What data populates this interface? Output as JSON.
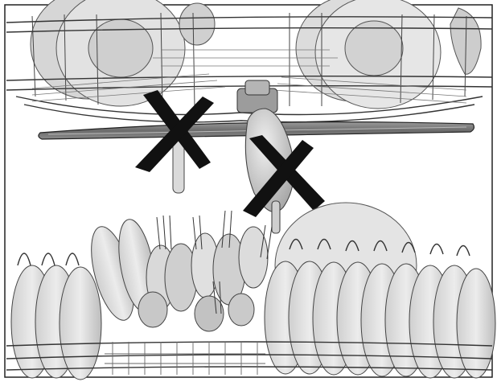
{
  "illustration": {
    "subject": "dishwasher-loading-warning",
    "marks": [
      {
        "kind": "cross",
        "meaning": "incorrect",
        "target": "utensil-under-upper-rack"
      },
      {
        "kind": "cross",
        "meaning": "incorrect",
        "target": "utensil-blocking-spray-arm"
      }
    ],
    "colors": {
      "line": "#222222",
      "shade_light": "#dcdcdc",
      "shade_mid": "#bdbdbd",
      "shade_dark": "#8a8a8a",
      "cross": "#111111",
      "background": "#ffffff"
    }
  }
}
